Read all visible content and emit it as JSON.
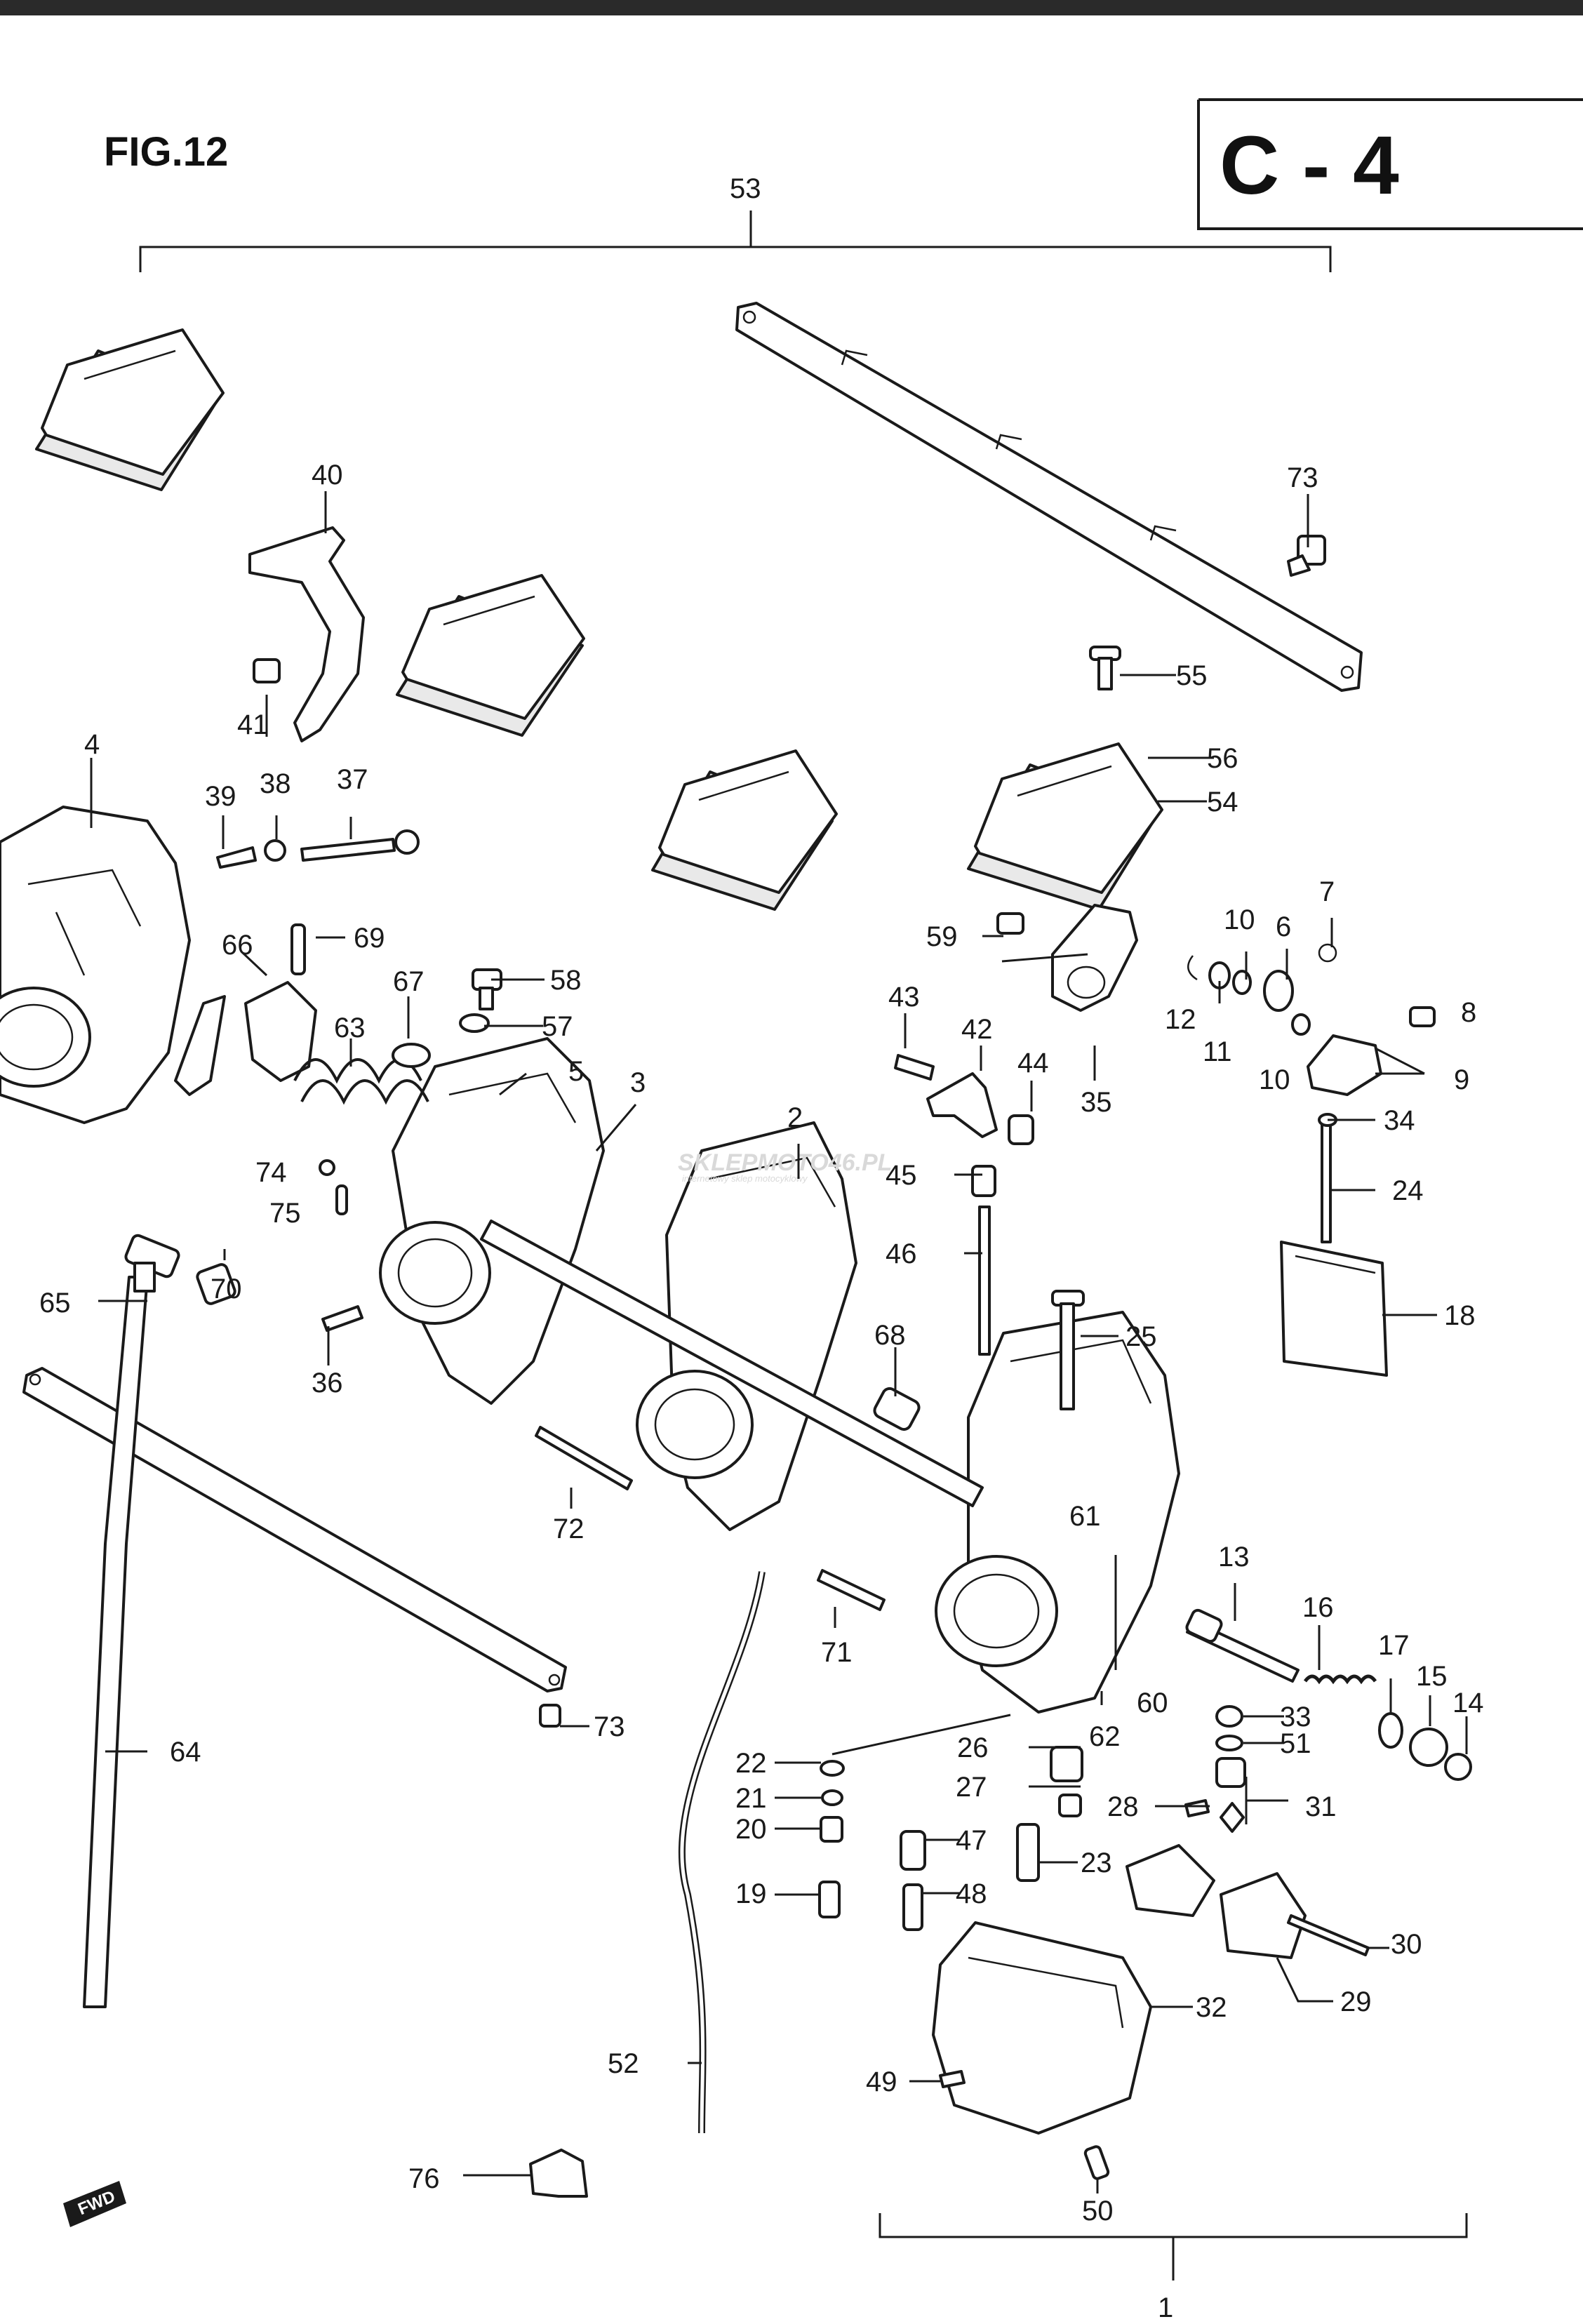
{
  "figure": {
    "title": "FIG.12",
    "section_code": "C - 4"
  },
  "watermark": {
    "main": "SKLEPMOTO46.PL",
    "sub": "internetowy sklep motocyklowy"
  },
  "fwd_marker": "FWD",
  "callouts": {
    "n1": "1",
    "n2": "2",
    "n3": "3",
    "n4": "4",
    "n5": "5",
    "n6": "6",
    "n7": "7",
    "n8": "8",
    "n9": "9",
    "n10a": "10",
    "n10b": "10",
    "n11": "11",
    "n12": "12",
    "n13": "13",
    "n14": "14",
    "n15": "15",
    "n16": "16",
    "n17": "17",
    "n18": "18",
    "n19": "19",
    "n20": "20",
    "n21": "21",
    "n22": "22",
    "n23": "23",
    "n24": "24",
    "n25": "25",
    "n26": "26",
    "n27": "27",
    "n28": "28",
    "n29": "29",
    "n30": "30",
    "n31": "31",
    "n32": "32",
    "n33": "33",
    "n34": "34",
    "n35": "35",
    "n36": "36",
    "n37": "37",
    "n38": "38",
    "n39": "39",
    "n40": "40",
    "n41": "41",
    "n42": "42",
    "n43": "43",
    "n44": "44",
    "n45": "45",
    "n46": "46",
    "n47": "47",
    "n48": "48",
    "n49": "49",
    "n50": "50",
    "n51": "51",
    "n52": "52",
    "n53": "53",
    "n54": "54",
    "n55": "55",
    "n56": "56",
    "n57": "57",
    "n58": "58",
    "n59": "59",
    "n60": "60",
    "n61": "61",
    "n62": "62",
    "n63": "63",
    "n64": "64",
    "n65": "65",
    "n66": "66",
    "n67": "67",
    "n68": "68",
    "n69": "69",
    "n70": "70",
    "n71": "71",
    "n72": "72",
    "n73a": "73",
    "n73b": "73",
    "n74": "74",
    "n75": "75",
    "n76": "76"
  }
}
